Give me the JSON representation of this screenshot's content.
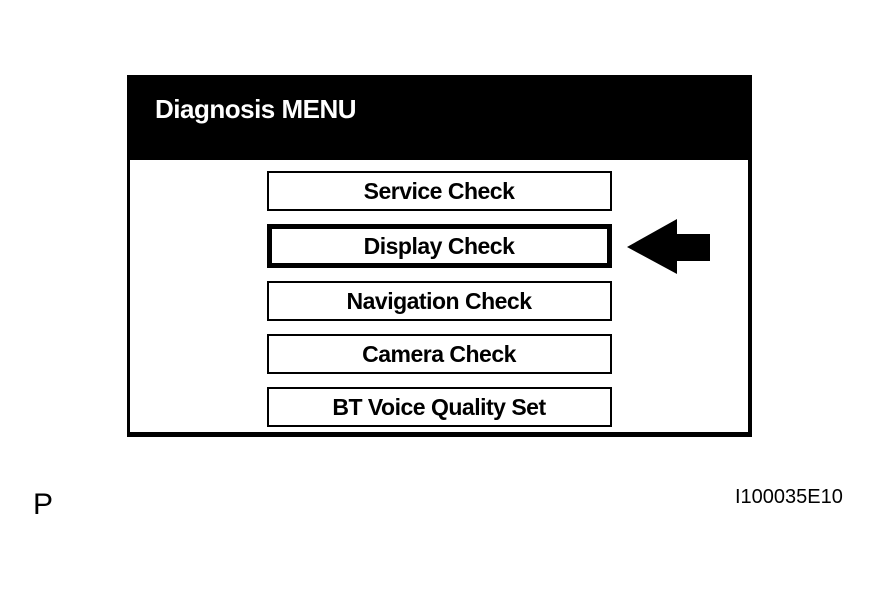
{
  "figure": {
    "page_label": "P",
    "figure_code": "I100035E10"
  },
  "diagnosis_screen": {
    "title": "Diagnosis MENU",
    "menu_buttons": [
      {
        "label": "Service Check",
        "selected": false
      },
      {
        "label": "Display Check",
        "selected": true
      },
      {
        "label": "Navigation Check",
        "selected": false
      },
      {
        "label": "Camera Check",
        "selected": false
      },
      {
        "label": "BT Voice Quality Set",
        "selected": false
      }
    ],
    "pointer": "left-arrow-at-display-check",
    "colors": {
      "header_background": "#000000",
      "header_text": "#ffffff",
      "screen_background": "#ffffff",
      "button_border": "#000000",
      "button_text": "#000000",
      "arrow": "#000000"
    }
  }
}
